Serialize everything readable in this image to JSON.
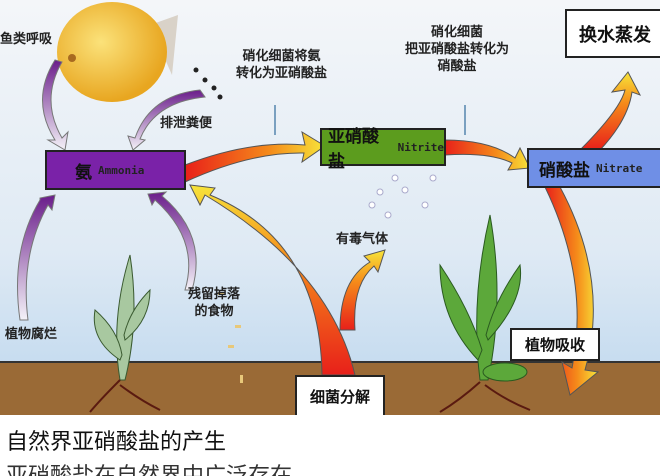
{
  "diagram": {
    "fish_respiration": "鱼类呼吸",
    "excretion": "排泄粪便",
    "nitrifying_1": [
      "硝化细菌将氨",
      "转化为亚硝酸盐"
    ],
    "nitrifying_2": [
      "硝化细菌",
      "把亚硝酸盐转化为",
      "硝酸盐"
    ],
    "water_change": "换水蒸发",
    "ammonia": {
      "zh": "氨",
      "en": "Ammonia",
      "color": "#7a22a8"
    },
    "nitrite": {
      "zh": "亚硝酸盐",
      "en": "Nitrite",
      "color": "#5c9c1e"
    },
    "nitrate": {
      "zh": "硝酸盐",
      "en": "Nitrate",
      "color": "#6f8fe6"
    },
    "toxic_gas": "有毒气体",
    "plant_decay": "植物腐烂",
    "leftover_food": [
      "残留掉落",
      "的食物"
    ],
    "plant_absorb": "植物吸收",
    "bacteria_decompose": "细菌分解"
  },
  "caption": "自然界亚硝酸盐的产生",
  "cutoff_text": "亚硝酸盐在自然界中广泛存在"
}
